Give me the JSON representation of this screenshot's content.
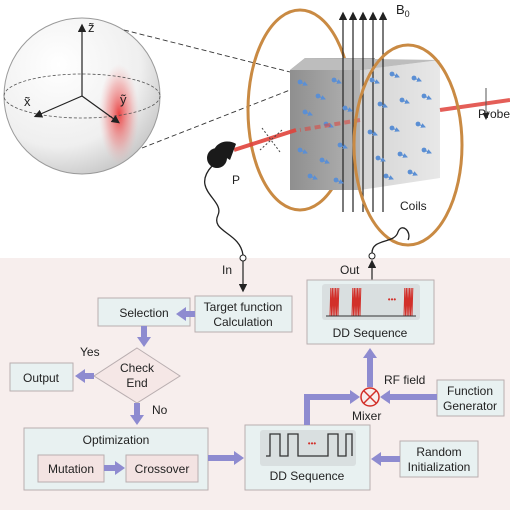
{
  "top": {
    "bloch_axes": {
      "x": "x̃",
      "y": "ỹ",
      "z": "z̃"
    },
    "field_label": "B",
    "field_subscript": "0",
    "probe_label": "Probe",
    "detector_label": "P",
    "coils_label": "Coils",
    "in_label": "In",
    "out_label": "Out"
  },
  "flowchart": {
    "target_function": [
      "Target function",
      "Calculation"
    ],
    "selection": "Selection",
    "check_end": [
      "Check",
      "End"
    ],
    "yes": "Yes",
    "no": "No",
    "output": "Output",
    "optimization": "Optimization",
    "mutation": "Mutation",
    "crossover": "Crossover",
    "dd_sequence_bottom": "DD Sequence",
    "dd_sequence_top": "DD Sequence",
    "dots": "•••",
    "rf_field": "RF field",
    "mixer": "Mixer",
    "function_generator": [
      "Function",
      "Generator"
    ],
    "random_init": [
      "Random",
      "Initialization"
    ]
  },
  "colors": {
    "panel_bg": "#f7eeed",
    "box_fill": "#e8f1f1",
    "flow_arrow": "#8e8bd0",
    "coil": "#c98a43",
    "laser": "#e0433b",
    "spin": "#5b8fd4",
    "pulse": "#d2302a"
  }
}
